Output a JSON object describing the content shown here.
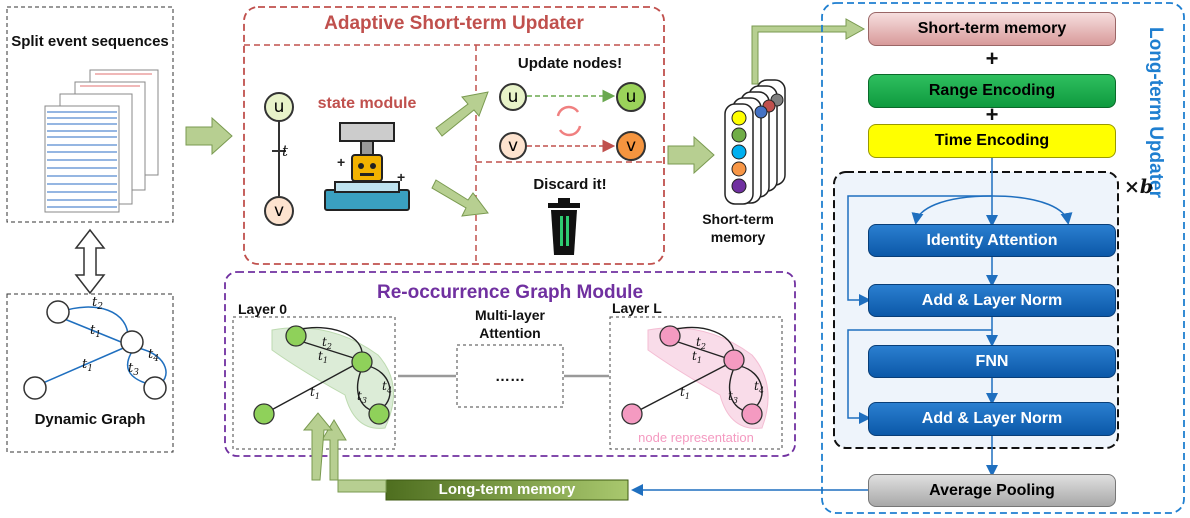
{
  "left": {
    "sequences_label": "Split event sequences",
    "graph_label": "Dynamic Graph"
  },
  "updater": {
    "title": "Adaptive Short-term Updater",
    "state_module": "state module",
    "update_nodes": "Update nodes!",
    "discard": "Discard it!",
    "node_u": "u",
    "node_v": "v",
    "edge_t": "t"
  },
  "short_term_stack_label": "Short-term memory",
  "reoccurrence": {
    "title": "Re-occurrence Graph Module",
    "layer0": "Layer 0",
    "layerL": "Layer L",
    "attention": "Multi-layer Attention",
    "ellipsis": "……",
    "node_repr": "node representation"
  },
  "long_term": {
    "title": "Long-term Updater",
    "short_term_memory": "Short-term memory",
    "plus": "+",
    "range_encoding": "Range Encoding",
    "time_encoding": "Time Encoding",
    "repeat": "×b",
    "identity_attention": "Identity Attention",
    "add_norm": "Add & Layer Norm",
    "fnn": "FNN",
    "average_pooling": "Average Pooling",
    "long_term_memory": "Long-term memory"
  },
  "colors": {
    "updater_border": "#c0504d",
    "reocc_border": "#7030a0",
    "long_term_border": "#1f7fd0",
    "arrow_green": "#b7cf91",
    "blue_block": "#0b5fb0"
  }
}
